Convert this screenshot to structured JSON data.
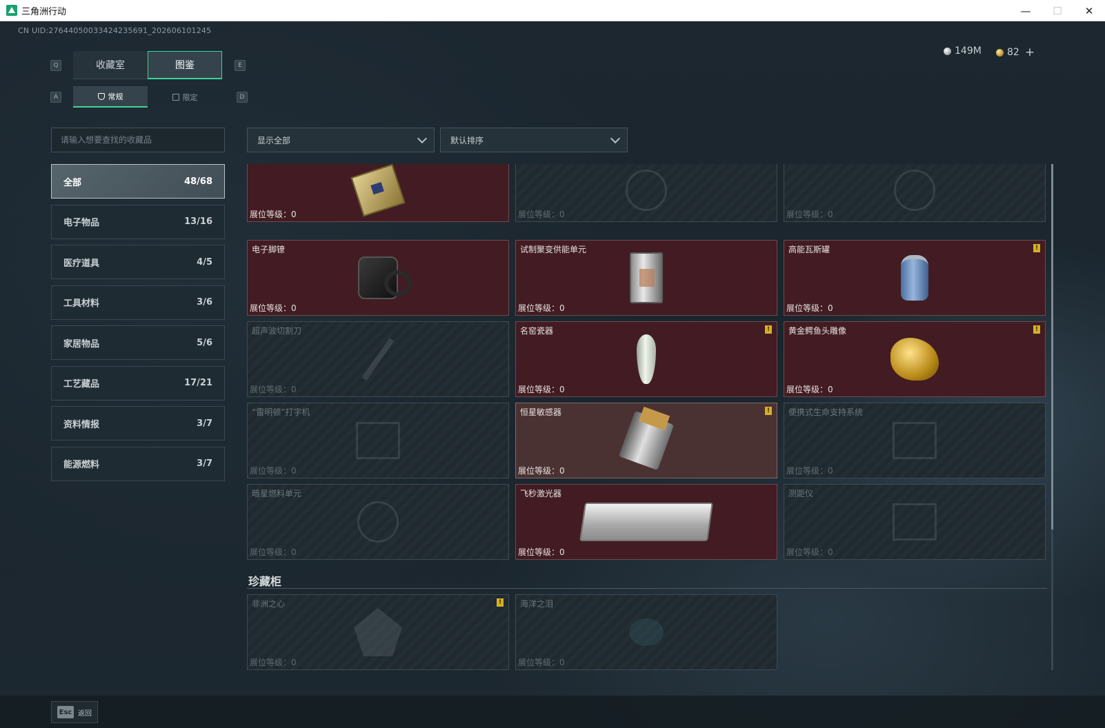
{
  "window": {
    "title": "三角洲行动",
    "minimize": "—",
    "maximize": "☐",
    "close": "✕"
  },
  "uid": "CN UID:2764405003342423569​1_202606101245",
  "currency": {
    "silver": "149M",
    "gold": "82",
    "add": "+"
  },
  "keys": {
    "q": "Q",
    "e": "E",
    "a": "A",
    "d": "D"
  },
  "top_tabs": [
    {
      "label": "收藏室",
      "active": false
    },
    {
      "label": "图鉴",
      "active": true
    }
  ],
  "sub_tabs": [
    {
      "label": "常规",
      "icon": "bolt-icon",
      "active": true
    },
    {
      "label": "限定",
      "icon": "frame-icon",
      "active": false
    }
  ],
  "search": {
    "placeholder": "请输入想要查找的收藏品"
  },
  "sidebar": [
    {
      "label": "全部",
      "count": "48/68",
      "active": true
    },
    {
      "label": "电子物品",
      "count": "13/16",
      "active": false
    },
    {
      "label": "医疗道具",
      "count": "4/5",
      "active": false
    },
    {
      "label": "工具材料",
      "count": "3/6",
      "active": false
    },
    {
      "label": "家居物品",
      "count": "5/6",
      "active": false
    },
    {
      "label": "工艺藏品",
      "count": "17/21",
      "active": false
    },
    {
      "label": "资料情报",
      "count": "3/7",
      "active": false
    },
    {
      "label": "能源燃料",
      "count": "3/7",
      "active": false
    }
  ],
  "filters": {
    "display": "显示全部",
    "sort": "默认排序"
  },
  "level_label": "展位等级：",
  "items": [
    {
      "name": "",
      "level": "0",
      "owned": true,
      "badge": false,
      "art": "device"
    },
    {
      "name": "",
      "level": "0",
      "owned": false,
      "badge": false,
      "art": "generic"
    },
    {
      "name": "",
      "level": "0",
      "owned": false,
      "badge": false,
      "art": "generic"
    },
    {
      "name": "电子脚镣",
      "level": "0",
      "owned": true,
      "badge": false,
      "art": "anklet"
    },
    {
      "name": "试制聚变供能单元",
      "level": "0",
      "owned": true,
      "badge": false,
      "art": "fusion"
    },
    {
      "name": "高能瓦斯罐",
      "level": "0",
      "owned": true,
      "badge": true,
      "art": "gas"
    },
    {
      "name": "超声波切割刀",
      "level": "0",
      "owned": false,
      "badge": false,
      "art": "knife"
    },
    {
      "name": "名窑瓷器",
      "level": "0",
      "owned": true,
      "badge": true,
      "art": "vase"
    },
    {
      "name": "黄金鳄鱼头雕像",
      "level": "0",
      "owned": true,
      "badge": true,
      "art": "horse"
    },
    {
      "name": "“雷明顿”打字机",
      "level": "0",
      "owned": false,
      "badge": false,
      "art": "box"
    },
    {
      "name": "恒星敏感器",
      "level": "0",
      "owned": true,
      "badge": true,
      "highlight": true,
      "art": "sensor"
    },
    {
      "name": "便携式生命支持系统",
      "level": "0",
      "owned": false,
      "badge": false,
      "art": "box"
    },
    {
      "name": "暗星燃料单元",
      "level": "0",
      "owned": false,
      "badge": false,
      "art": "generic"
    },
    {
      "name": "飞秒激光器",
      "level": "0",
      "owned": true,
      "badge": false,
      "art": "laser"
    },
    {
      "name": "测距仪",
      "level": "0",
      "owned": false,
      "badge": false,
      "art": "box"
    }
  ],
  "section": {
    "title": "珍藏柜",
    "items": [
      {
        "name": "非洲之心",
        "level": "0",
        "owned": false,
        "badge": true,
        "art": "gem"
      },
      {
        "name": "海洋之泪",
        "level": "0",
        "owned": false,
        "badge": false,
        "art": "tear"
      }
    ]
  },
  "badge_glyph": "!",
  "bottom": {
    "esc_key": "Esc",
    "esc_label": "返回"
  }
}
